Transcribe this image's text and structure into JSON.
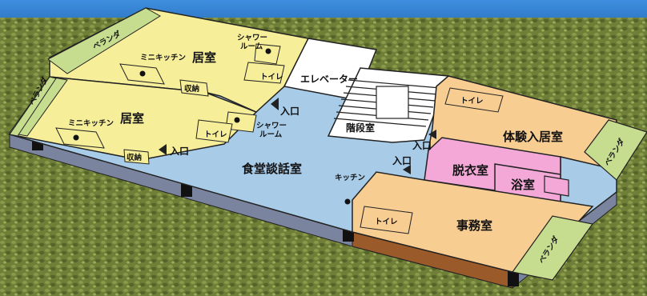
{
  "colors": {
    "sky": "#2f7fd0",
    "grass": "#6b7d36",
    "living": "#f7ee9a",
    "common": "#a8cbe8",
    "office": "#f8cd92",
    "dressing": "#f3a8d8",
    "white": "#ffffff",
    "veranda": "#c6dc8e",
    "base": "#7b849e",
    "office_base": "#9a5a2a"
  },
  "labels": {
    "living_room_1": "居室",
    "living_room_2": "居室",
    "mini_kitchen_1": "ミニキッチン",
    "mini_kitchen_2": "ミニキッチン",
    "storage_1": "収納",
    "storage_2": "収納",
    "shower_1": "シャワー\nルーム",
    "shower_2": "シャワー\nルーム",
    "toilet_1": "トイレ",
    "toilet_2": "トイレ",
    "toilet_3": "トイレ",
    "toilet_4": "トイレ",
    "elevator": "エレベーター",
    "stairs": "階段室",
    "dining": "食堂談話室",
    "kitchen": "キッチン",
    "trial_room": "体験入居室",
    "dressing_room": "脱衣室",
    "bathroom": "浴室",
    "office": "事務室",
    "entrance": "入口",
    "veranda": "ベランダ"
  }
}
